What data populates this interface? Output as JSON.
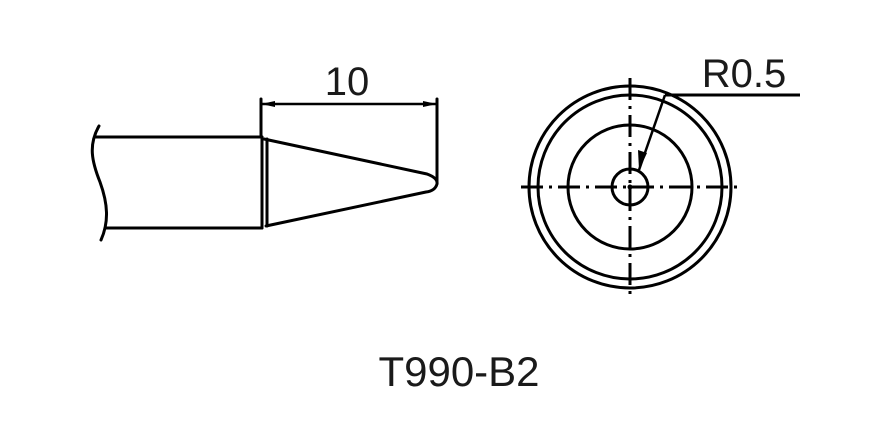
{
  "drawing": {
    "title": "T990-B2",
    "side_view": {
      "length_dimension": "10"
    },
    "end_view": {
      "radius_dimension": "R0.5"
    }
  },
  "colors": {
    "line": "#000000",
    "text": "#1a1a1a",
    "background": "#ffffff"
  }
}
